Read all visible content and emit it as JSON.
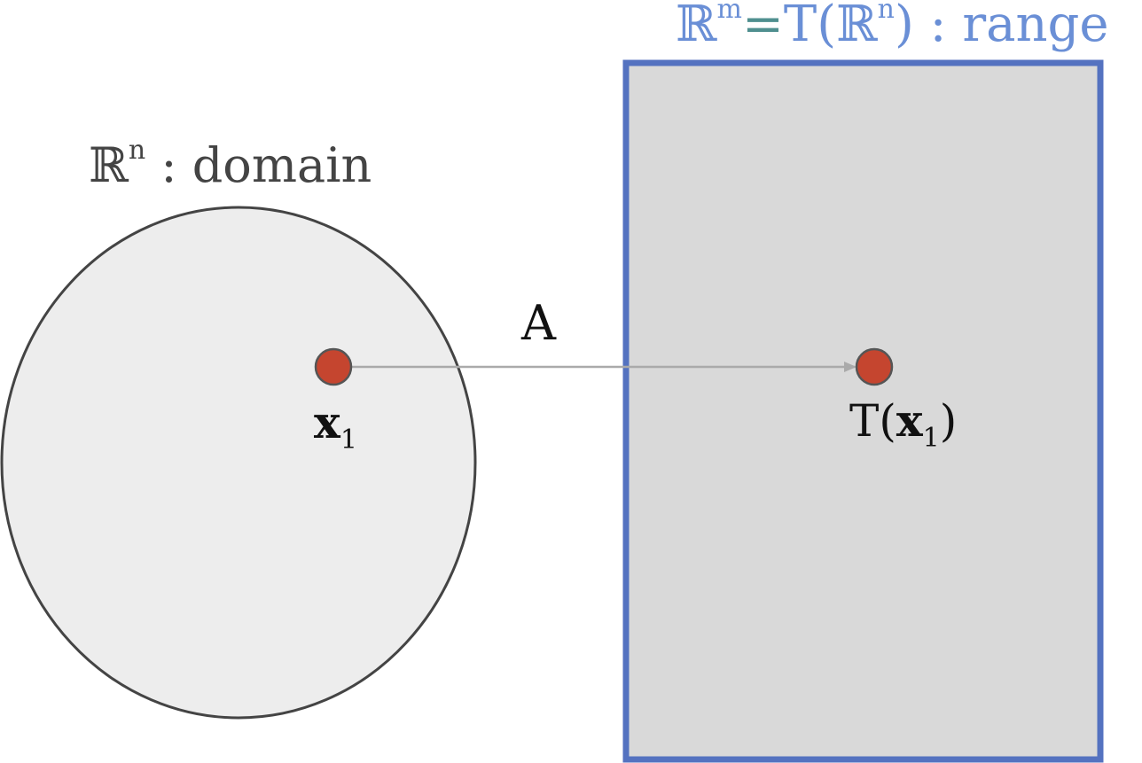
{
  "range": {
    "set_symbol": "ℝ",
    "set_exponent": "m",
    "equals": "=",
    "func": "T(",
    "inner_symbol": "ℝ",
    "inner_exponent": "n",
    "close": ")",
    "suffix": " : range",
    "fill_color": "#d9d9d9",
    "border_color": "#5472c0"
  },
  "domain": {
    "set_symbol": "ℝ",
    "set_exponent": "n",
    "suffix": " : domain",
    "fill_color": "#ededed",
    "border_color": "#444444"
  },
  "mapping": {
    "label": "A",
    "arrow_color": "#aaaaaa"
  },
  "point_x1": {
    "var": "x",
    "sub": "1",
    "color": "#c5452f"
  },
  "point_tx1": {
    "prefix": "T(",
    "var": "x",
    "sub": "1",
    "suffix": ")",
    "color": "#c5452f"
  }
}
